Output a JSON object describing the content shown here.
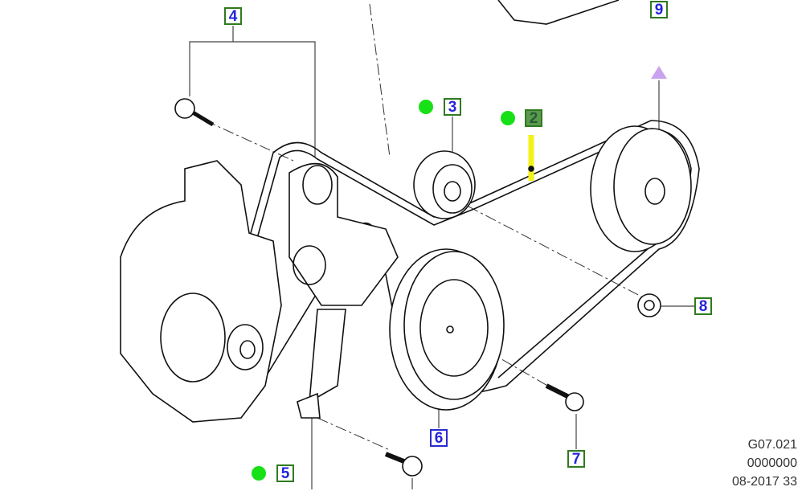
{
  "diagram": {
    "callouts": [
      {
        "number": "2",
        "state": "selected",
        "has_dot": true
      },
      {
        "number": "3",
        "state": "normal",
        "has_dot": true
      },
      {
        "number": "4",
        "state": "normal",
        "has_dot": false
      },
      {
        "number": "5",
        "state": "normal",
        "has_dot": true
      },
      {
        "number": "6",
        "state": "blue-border",
        "has_dot": false
      },
      {
        "number": "7",
        "state": "normal",
        "has_dot": false
      },
      {
        "number": "8",
        "state": "normal",
        "has_dot": false
      },
      {
        "number": "9",
        "state": "normal",
        "has_dot": false
      }
    ],
    "reference": {
      "code": "G07.021",
      "number": "0000000",
      "date": "08-2017 33"
    },
    "colors": {
      "callout_border": "#2f7a1f",
      "callout_text": "#2424d8",
      "selected_fill": "#5b9a4c",
      "dot": "#17e017",
      "highlight": "#f2f21a",
      "arrow": "#c9a3ef"
    }
  }
}
